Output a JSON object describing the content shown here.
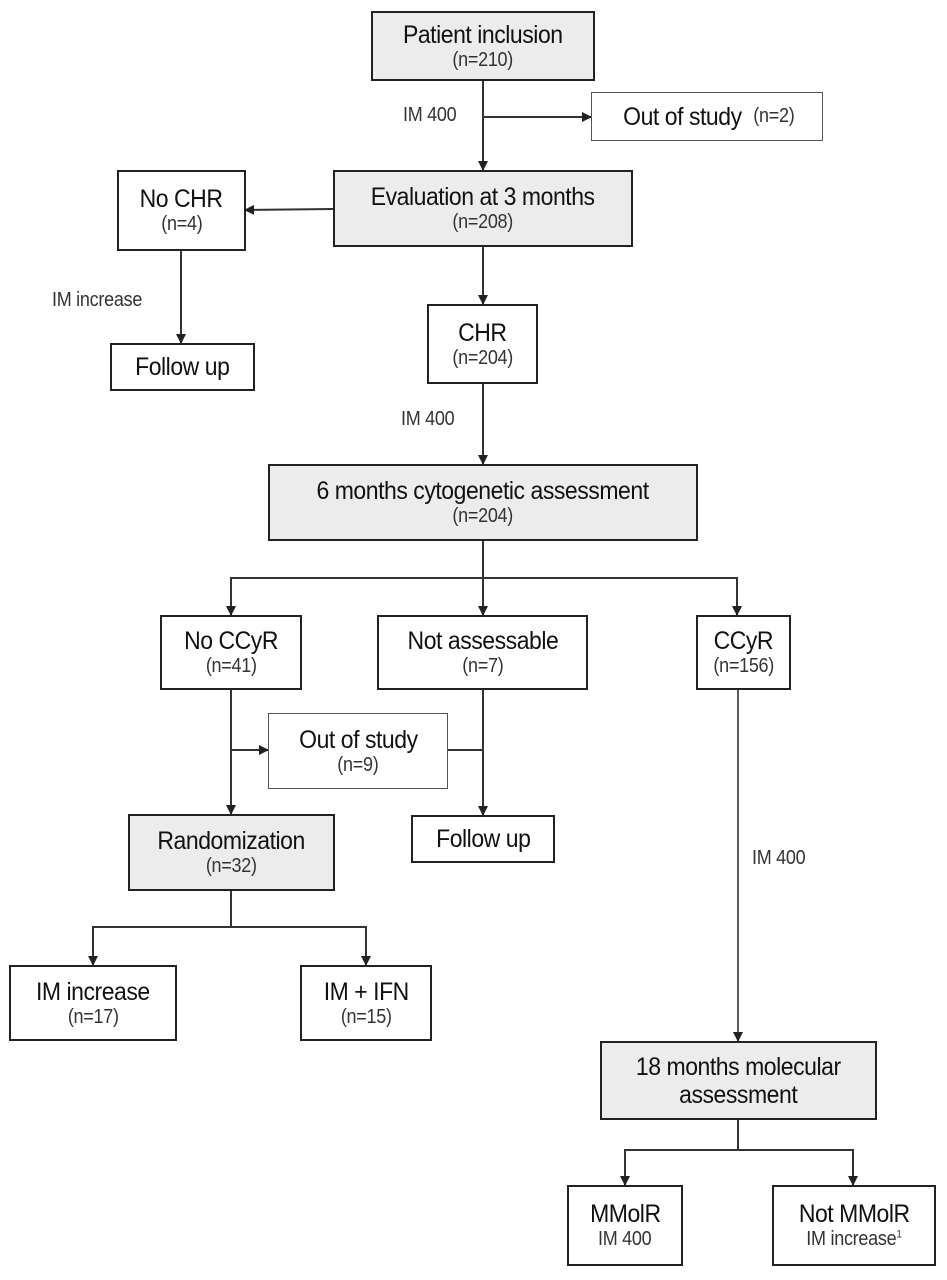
{
  "colors": {
    "box_fill_gray": "#ececec",
    "box_fill_white": "#ffffff",
    "line": "#222222"
  },
  "nodes": {
    "patient_inclusion": {
      "title": "Patient inclusion",
      "count": "(n=210)"
    },
    "out_of_study_1": {
      "title": "Out of study",
      "count": "(n=2)"
    },
    "evaluation_3m": {
      "title": "Evaluation at 3 months",
      "count": "(n=208)"
    },
    "no_chr": {
      "title": "No CHR",
      "count": "(n=4)"
    },
    "follow_up_1": {
      "title": "Follow up"
    },
    "chr": {
      "title": "CHR",
      "count": "(n=204)"
    },
    "cyto_6m": {
      "title": "6 months cytogenetic assessment",
      "count": "(n=204)"
    },
    "no_ccyr": {
      "title": "No CCyR",
      "count": "(n=41)"
    },
    "not_assessable": {
      "title": "Not assessable",
      "count": "(n=7)"
    },
    "ccyr": {
      "title": "CCyR",
      "count": "(n=156)"
    },
    "out_of_study_2": {
      "title": "Out of study",
      "count": "(n=9)"
    },
    "randomization": {
      "title": "Randomization",
      "count": "(n=32)"
    },
    "follow_up_2": {
      "title": "Follow up"
    },
    "im_increase": {
      "title": "IM increase",
      "count": "(n=17)"
    },
    "im_ifn": {
      "title": "IM + IFN",
      "count": "(n=15)"
    },
    "molecular_18m": {
      "title_line1": "18 months molecular",
      "title_line2": "assessment"
    },
    "mmolr": {
      "title": "MMolR",
      "sub": "IM 400"
    },
    "not_mmolr": {
      "title": "Not MMolR",
      "sub": "IM increase",
      "footnote_mark": "1"
    }
  },
  "edge_labels": {
    "inclusion_to_eval": "IM 400",
    "nochr_to_followup": "IM increase",
    "chr_to_6m": "IM 400",
    "ccyr_to_18m": "IM 400"
  }
}
